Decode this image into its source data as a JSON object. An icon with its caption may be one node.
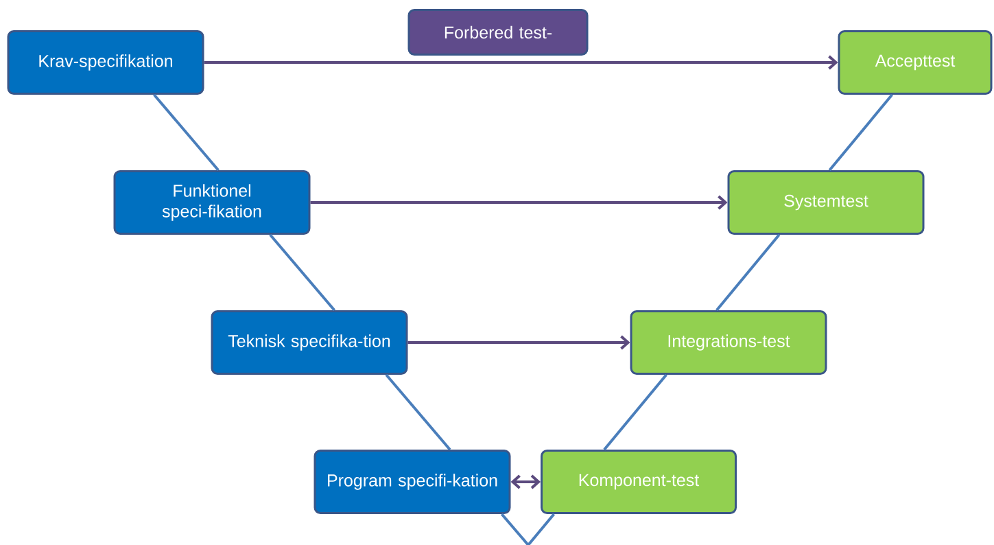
{
  "diagram": {
    "nodes": [
      {
        "text": [
          "Krav-specifikation"
        ]
      },
      {
        "text": [
          "Funktionel speci-fikation"
        ]
      },
      {
        "text": [
          "Teknisk specifika-tion"
        ]
      },
      {
        "text": [
          "Program specifi-kation"
        ]
      },
      {
        "text": [
          "Forbered test-"
        ]
      },
      {
        "text": [
          "Accepttest"
        ]
      },
      {
        "text": [
          "Systemtest"
        ]
      },
      {
        "text": [
          "Integrations-test"
        ]
      },
      {
        "text": [
          "Komponent-test"
        ]
      }
    ],
    "edges": [
      {
        "from": 0,
        "to": 1,
        "arrow": "none"
      },
      {
        "from": 1,
        "to": 2,
        "arrow": "none"
      },
      {
        "from": 2,
        "to": 3,
        "arrow": "none"
      },
      {
        "from": 3,
        "to": 8,
        "arrow": "none"
      },
      {
        "from": 8,
        "to": 7,
        "arrow": "none"
      },
      {
        "from": 7,
        "to": 6,
        "arrow": "none"
      },
      {
        "from": 6,
        "to": 5,
        "arrow": "none"
      },
      {
        "from": 0,
        "to": 5,
        "arrow": "to",
        "color": "#5b4a7e"
      },
      {
        "from": 1,
        "to": 6,
        "arrow": "to",
        "color": "#5b4a7e"
      },
      {
        "from": 2,
        "to": 7,
        "arrow": "to",
        "color": "#5b4a7e"
      },
      {
        "from": 3,
        "to": 8,
        "arrow": "both",
        "color": "#5b4a7e"
      }
    ]
  }
}
